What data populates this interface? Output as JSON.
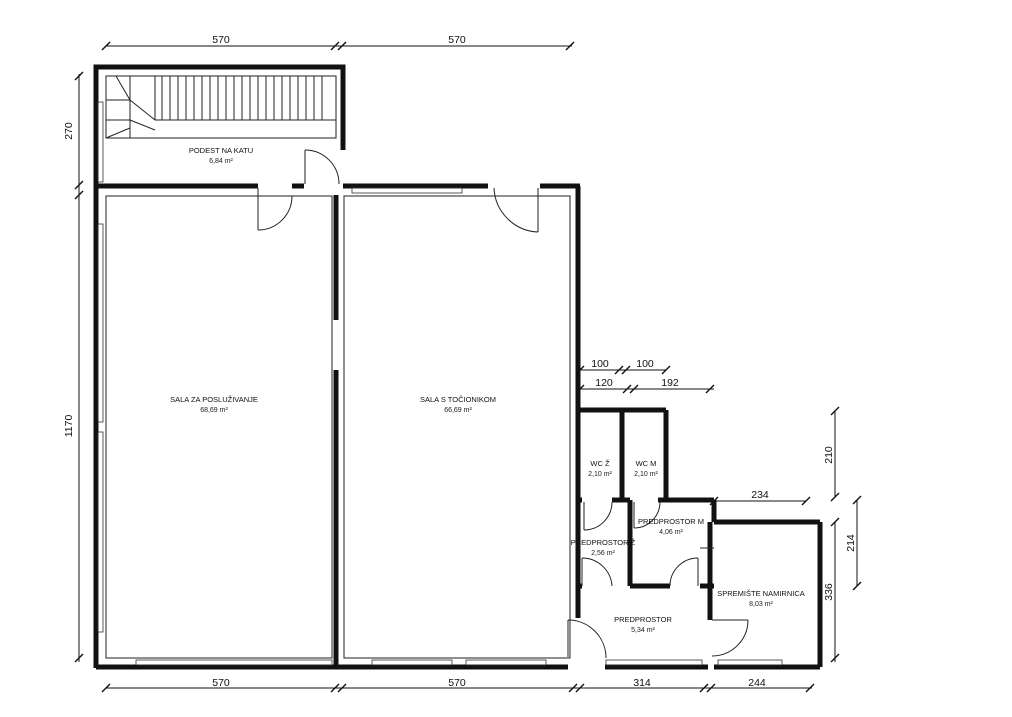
{
  "rooms": {
    "podest": {
      "name": "PODEST NA KATU",
      "area": "6,84 m²"
    },
    "sala_posluzivanje": {
      "name": "SALA ZA POSLUŽIVANJE",
      "area": "68,69 m²"
    },
    "sala_tocionik": {
      "name": "SALA S TOČIONIKOM",
      "area": "66,69 m²"
    },
    "wc_z": {
      "name": "WC Ž",
      "area": "2,10 m²"
    },
    "wc_m": {
      "name": "WC M",
      "area": "2,10 m²"
    },
    "predprostor_m": {
      "name": "PREDPROSTOR M",
      "area": "4,06 m²"
    },
    "predprostor_z": {
      "name": "PREDPROSTOR Ž",
      "area": "2,56 m²"
    },
    "predprostor": {
      "name": "PREDPROSTOR",
      "area": "5,34 m²"
    },
    "spremiste": {
      "name": "SPREMIŠTE NAMIRNICA",
      "area": "8,03 m²"
    }
  },
  "dimensions": {
    "top_left": "570",
    "top_right": "570",
    "left_upper": "270",
    "left_main": "1170",
    "bottom_1": "570",
    "bottom_2": "570",
    "bottom_3": "314",
    "bottom_4": "244",
    "wc_1": "100",
    "wc_2": "100",
    "wc_3": "120",
    "wc_4": "192",
    "right_1": "210",
    "right_2": "234",
    "right_3": "214",
    "right_4": "336"
  }
}
